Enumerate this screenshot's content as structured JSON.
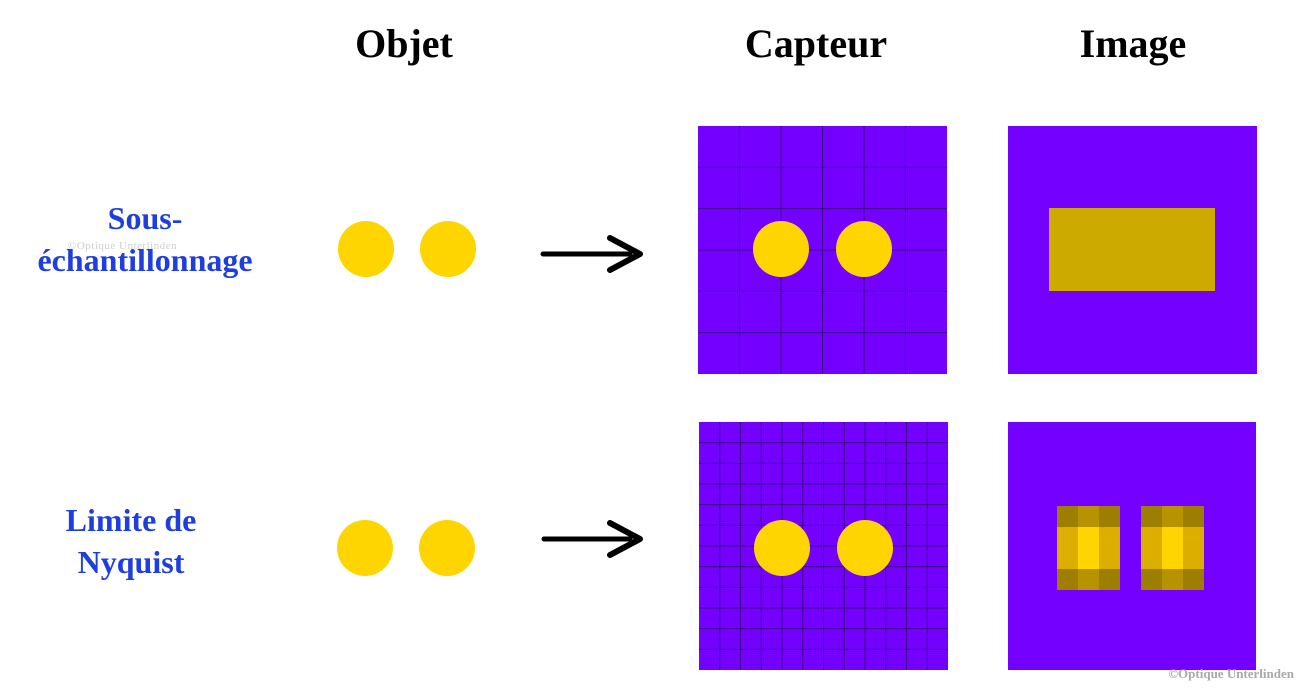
{
  "headers": {
    "object": "Objet",
    "sensor": "Capteur",
    "image": "Image"
  },
  "rows": [
    {
      "label_line1": "Sous-",
      "label_line2": "échantillonnage",
      "sensor_grid": 6
    },
    {
      "label_line1": "Limite de",
      "label_line2": "Nyquist",
      "sensor_grid": 12
    }
  ],
  "watermark_small": "©Optique Unterlinden",
  "credit": "©Optique Unterlinden",
  "colors": {
    "background": "#7400ff",
    "dot": "#ffd500",
    "grid_line": "#3a0a80",
    "blur_rect": "#ccaa00",
    "label": "#1f3ee0",
    "arrow": "#000000"
  },
  "icons": [
    "arrow-right-icon"
  ]
}
